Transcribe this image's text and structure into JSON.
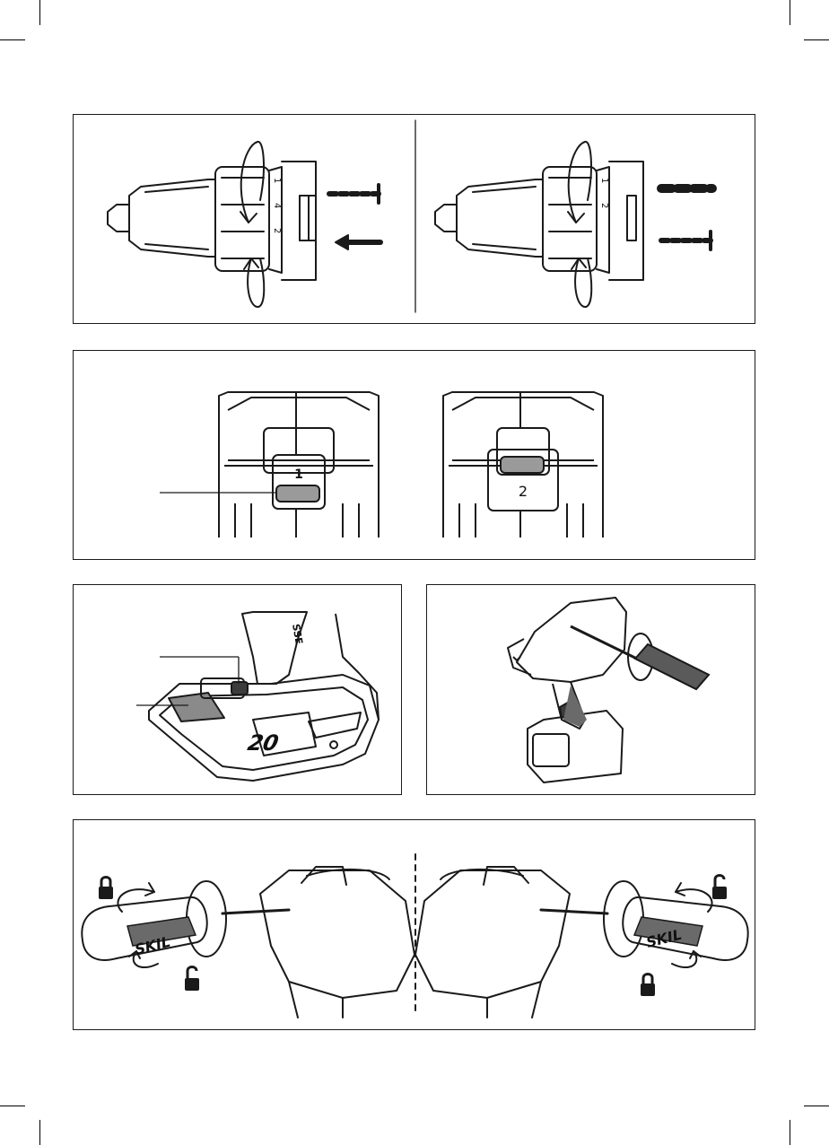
{
  "colors": {
    "line": "#1a1a1a",
    "grip": "#6a6a6a",
    "grip_dark": "#3c3c3c",
    "fill_grey": "#9a9a9a",
    "paper": "#ffffff"
  },
  "panel_chuck": {
    "left": {
      "dial_marks": [
        "1",
        "4",
        "2"
      ]
    },
    "right": {
      "dial_marks": [
        "1",
        "2"
      ]
    },
    "icons": [
      "rotation-arrow-icon",
      "screw-icon",
      "push-arrow-icon",
      "drill-bit-icon"
    ]
  },
  "panel_gear": {
    "left": {
      "gear_label": "1"
    },
    "right": {
      "gear_label": "2"
    }
  },
  "panel_battery": {
    "voltage_label": "20",
    "housing_text": "SSE"
  },
  "panel_handle": {
    "left": {
      "brand": "SKIL"
    },
    "right": {
      "brand": "SKIL"
    },
    "icons": [
      "lock-closed-icon",
      "lock-open-icon"
    ]
  }
}
